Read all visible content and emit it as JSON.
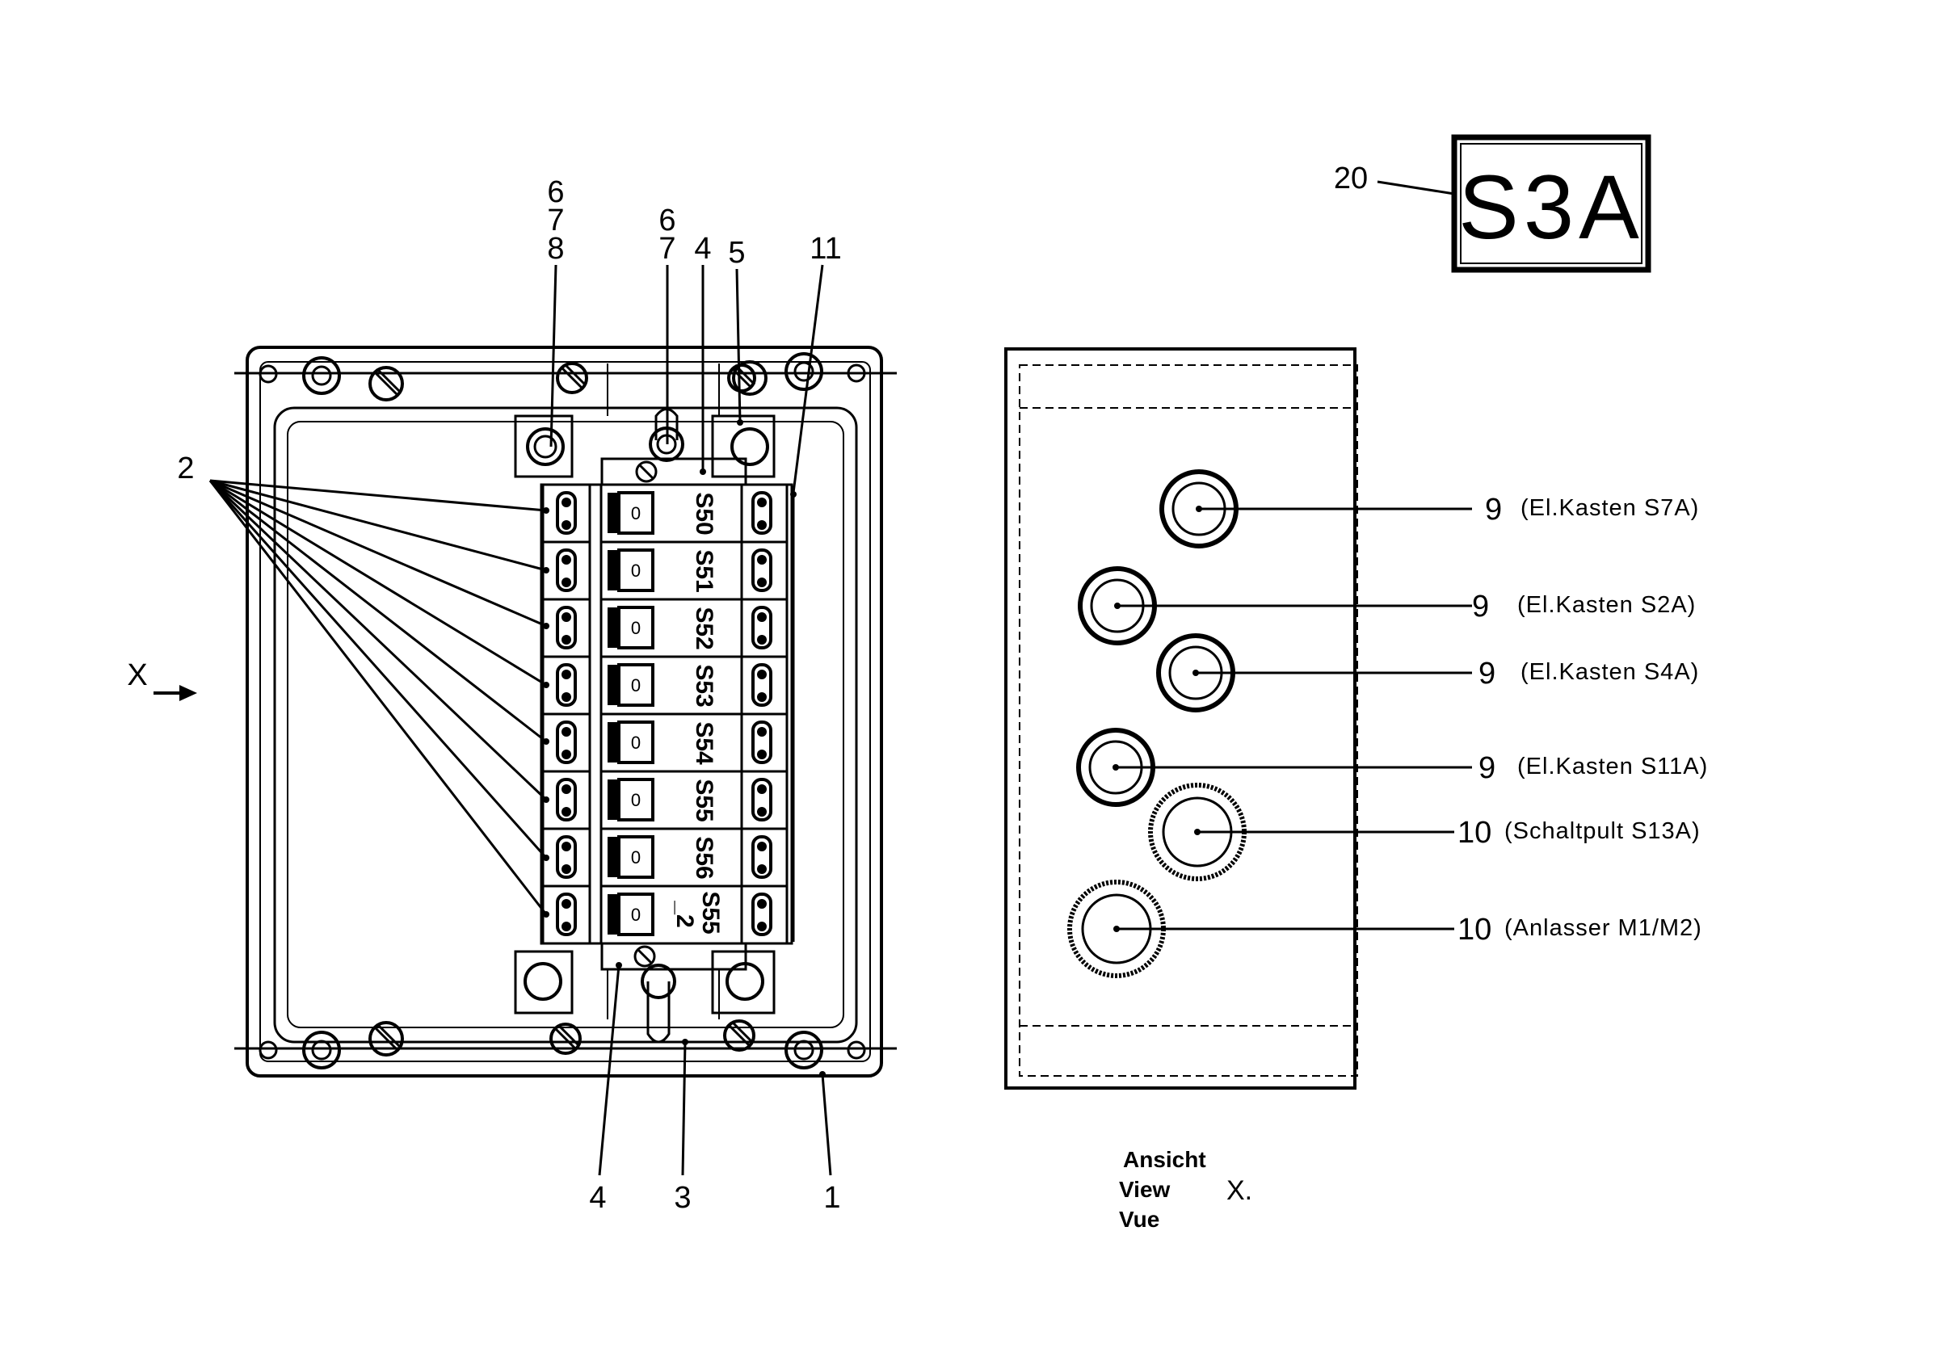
{
  "label_box": {
    "callout": "20",
    "text": "S3A"
  },
  "front": {
    "top_callouts_a": [
      "6",
      "7",
      "8"
    ],
    "top_callouts_b": [
      "6",
      "7"
    ],
    "top_callouts_c": [
      "4",
      "5",
      "11"
    ],
    "left_callout": "2",
    "view_arrow": "X",
    "bottom_callouts": [
      "4",
      "3",
      "1"
    ],
    "breakers": [
      {
        "label": "S50",
        "state": "0"
      },
      {
        "label": "S51",
        "state": "0"
      },
      {
        "label": "S52",
        "state": "0"
      },
      {
        "label": "S53",
        "state": "0"
      },
      {
        "label": "S54",
        "state": "0"
      },
      {
        "label": "S55",
        "state": "0"
      },
      {
        "label": "S56",
        "state": "0"
      },
      {
        "label": "S55",
        "suffix": "_2",
        "state": "0"
      }
    ]
  },
  "side_view": {
    "glands": [
      {
        "callout": "9",
        "desc": "(El.Kasten S7A)"
      },
      {
        "callout": "9",
        "desc": "(El.Kasten S2A)"
      },
      {
        "callout": "9",
        "desc": "(El.Kasten S4A)"
      },
      {
        "callout": "9",
        "desc": "(El.Kasten S11A)"
      },
      {
        "callout": "10",
        "desc": "(Schaltpult S13A)"
      },
      {
        "callout": "10",
        "desc": "(Anlasser M1/M2)"
      }
    ],
    "caption_lines": [
      "Ansicht",
      "View",
      "Vue"
    ],
    "caption_x": "X."
  }
}
